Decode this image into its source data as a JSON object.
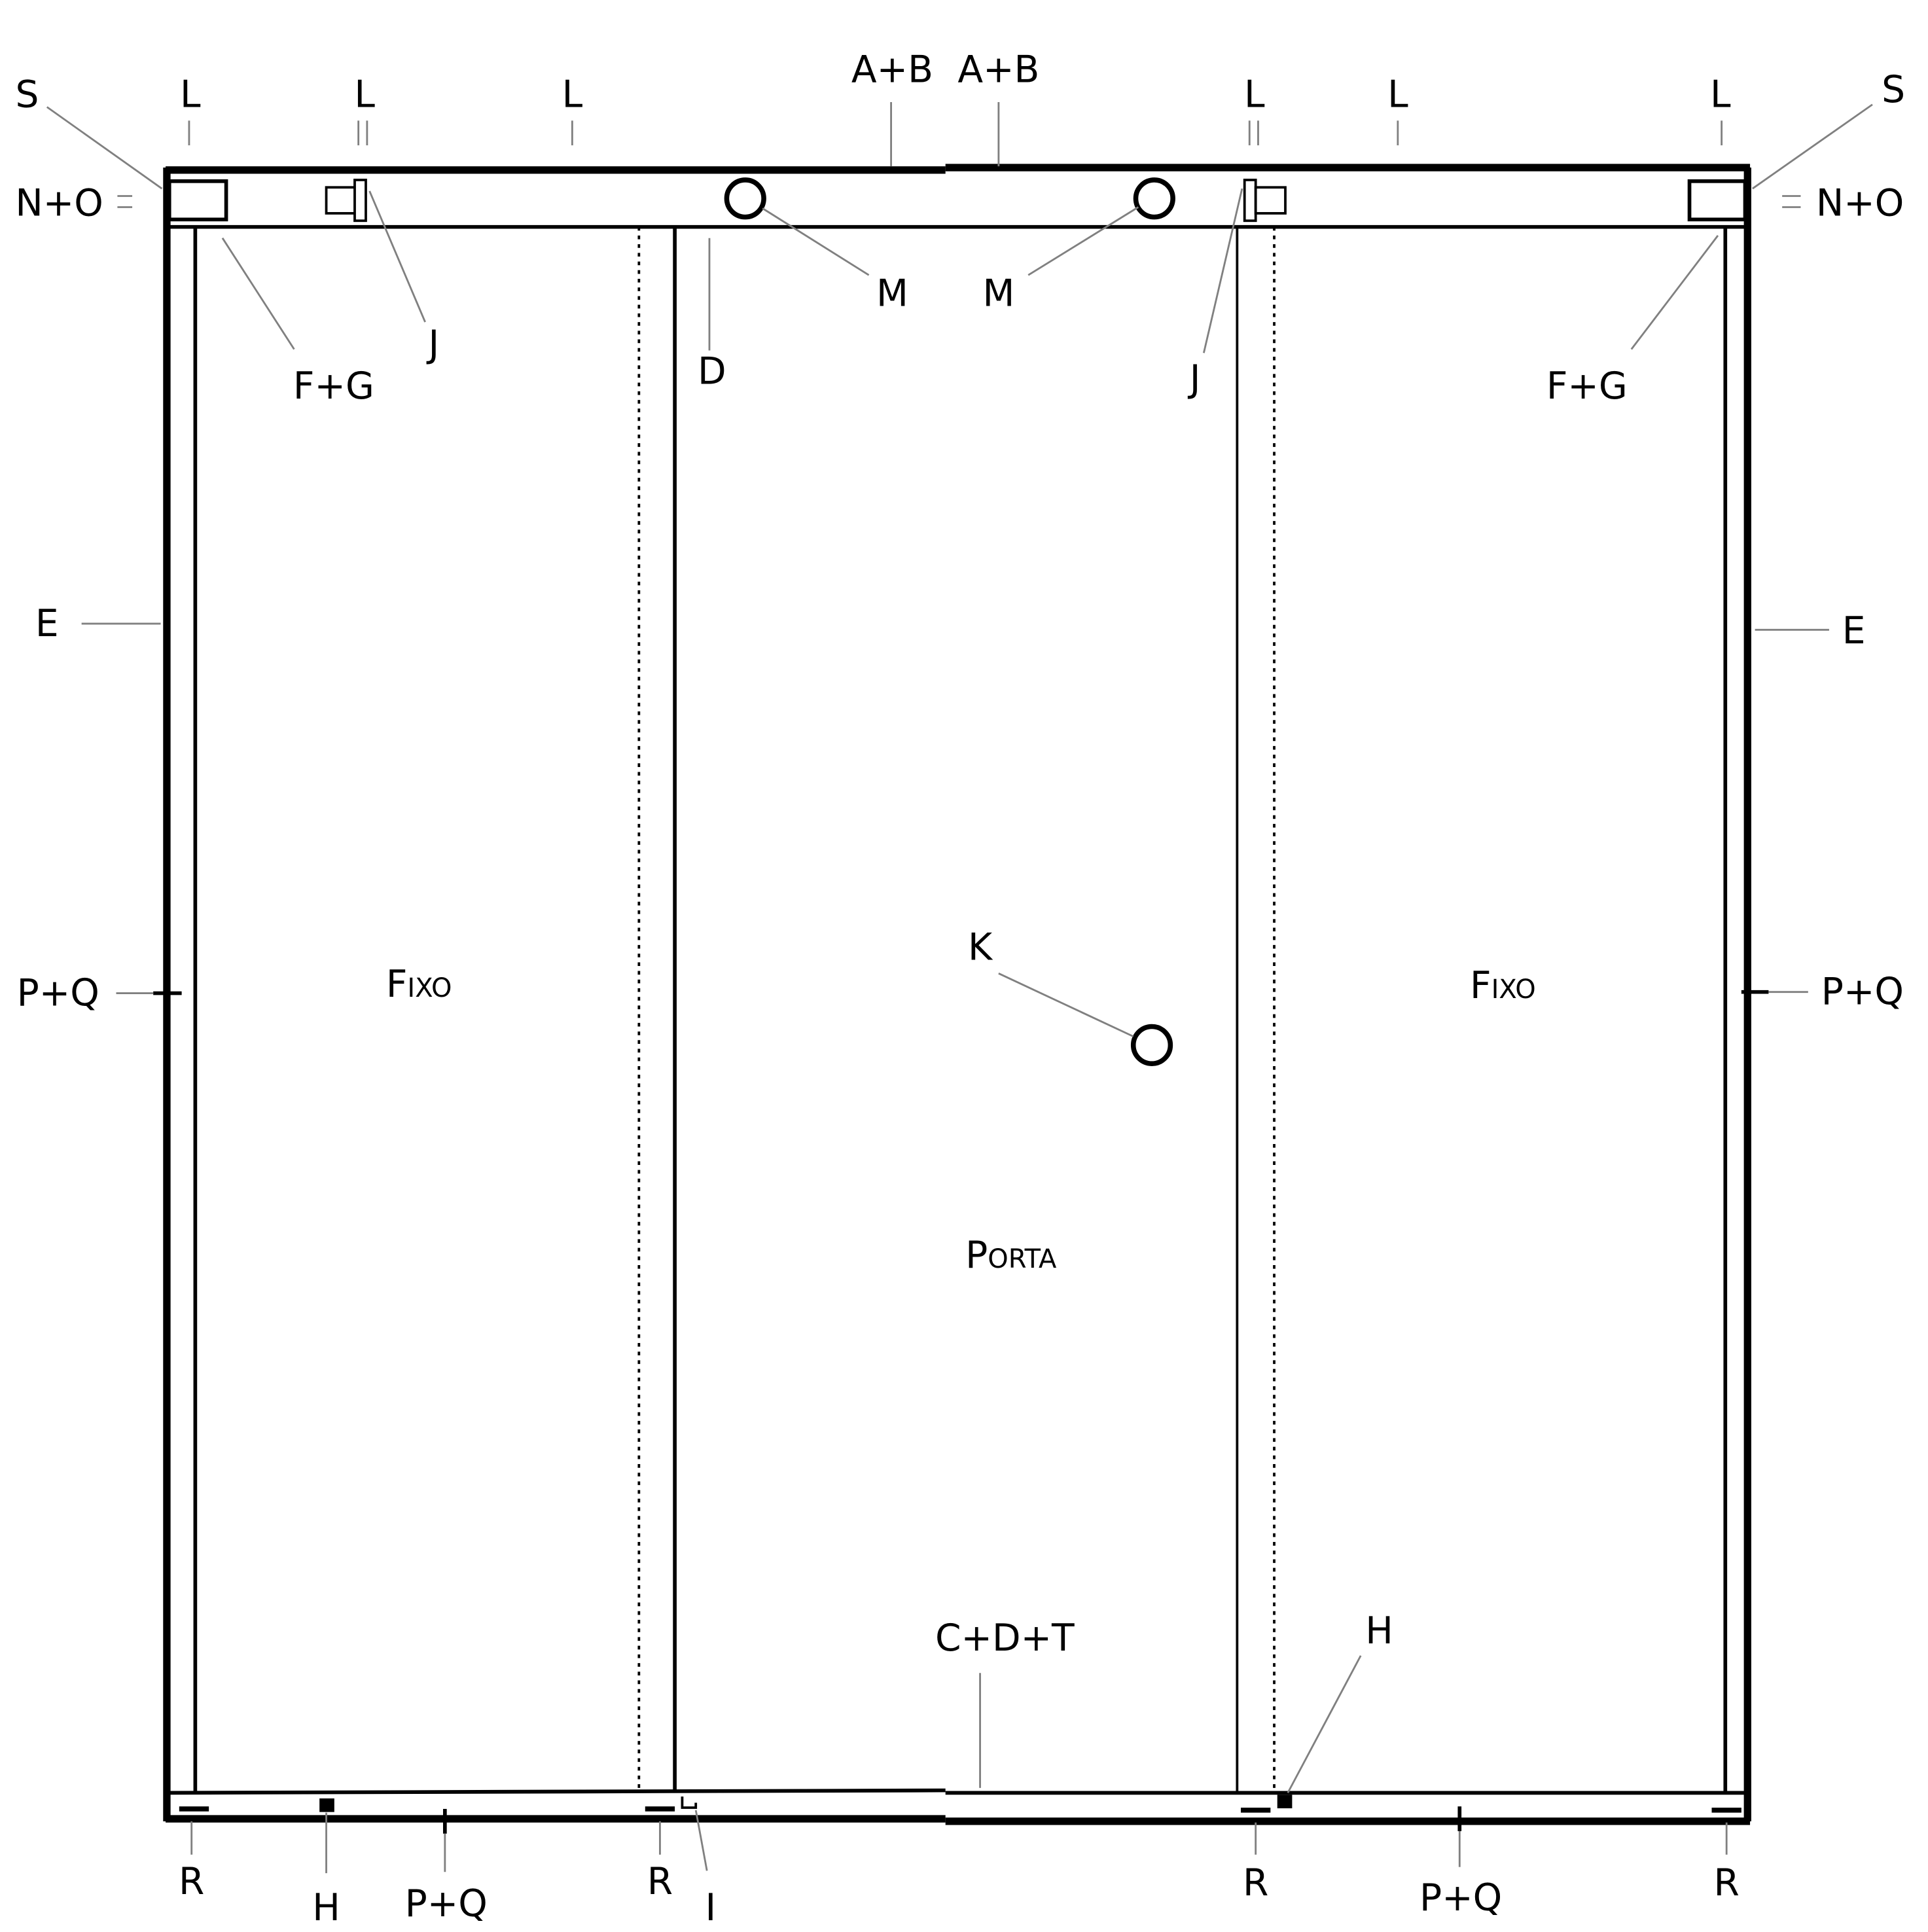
{
  "labels": {
    "s": "S",
    "l": "L",
    "ab": "A+B",
    "no": "N+O",
    "fg": "F+G",
    "j": "J",
    "m": "M",
    "d": "D",
    "e": "E",
    "pq": "P+Q",
    "k": "K",
    "cdt": "C+D+T",
    "h": "H",
    "r": "R",
    "i": "I"
  },
  "panels": {
    "left_fixed": "Fixo",
    "door": "Porta",
    "right_fixed": "Fixo"
  },
  "colors": {
    "line": "#000000",
    "leader": "#808080",
    "background": "#ffffff"
  }
}
